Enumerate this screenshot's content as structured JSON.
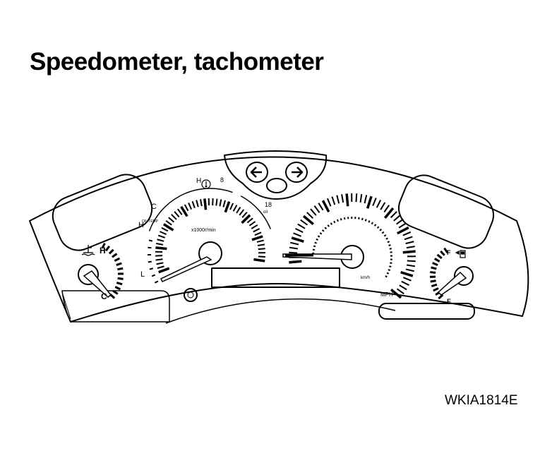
{
  "title": "Speedometer, tachometer",
  "figure_code": "WKIA1814E",
  "colors": {
    "line": "#000000",
    "background": "#ffffff"
  },
  "icons": [
    "turn-left-arrow-icon",
    "turn-right-arrow-icon",
    "coolant-temperature-icon",
    "fuel-pump-icon"
  ],
  "temp_gauge": {
    "hot": "H",
    "cold": "C"
  },
  "tachometer": {
    "unit": "x1000r/min",
    "oil_temp": {
      "hot": "H",
      "cold": "C",
      "low": "L"
    },
    "oil_temp_icon_text": "OIL TEMP",
    "scale_start": "8",
    "scale_end": "18",
    "hot_icon_label": "H",
    "bottom_icon_text": "oil"
  },
  "speedometer": {
    "unit_primary": "MPH",
    "unit_secondary": "km/h"
  },
  "fuel_gauge": {
    "full": "F",
    "empty": "E"
  }
}
